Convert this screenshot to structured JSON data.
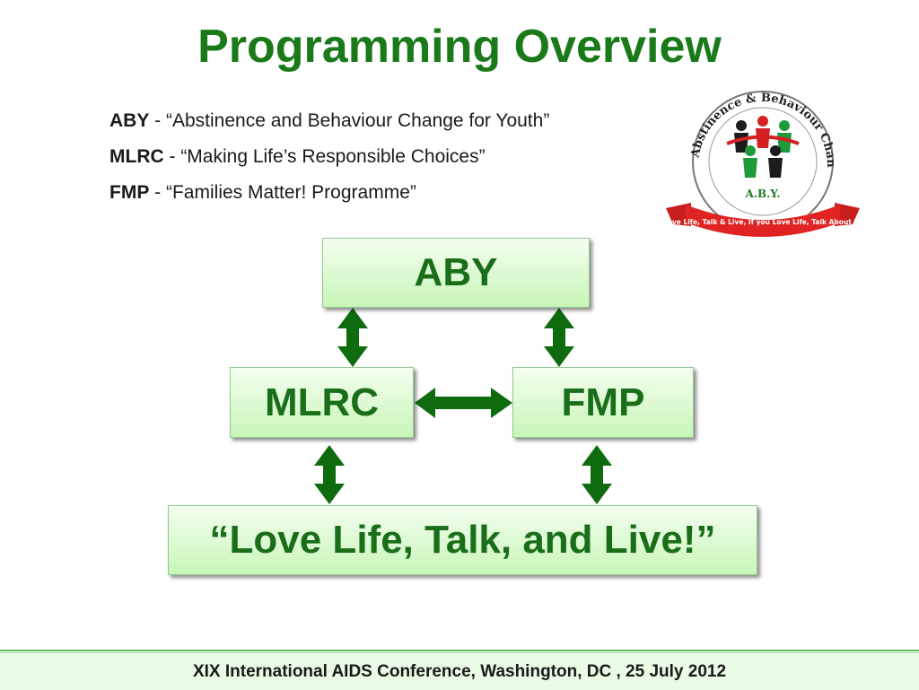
{
  "slide": {
    "title": "Programming Overview",
    "definitions": [
      {
        "abbr": "ABY",
        "text": " - “Abstinence and Behaviour Change for Youth”"
      },
      {
        "abbr": "MLRC",
        "text": " -  “Making Life’s Responsible Choices”"
      },
      {
        "abbr": "FMP",
        "text": " - “Families Matter! Programme”"
      }
    ],
    "logo": {
      "ring_text": "Abstinence & Behaviour Change for Youth",
      "center_text": "A.B.Y.",
      "ribbon_text": "Love Life, Talk & Live, If you Love Life, Talk About it!"
    },
    "diagram": {
      "box_aby": "ABY",
      "box_mlrc": "MLRC",
      "box_fmp": "FMP",
      "box_slogan": "“Love Life, Talk, and Live!”"
    },
    "footer": "XIX International AIDS Conference,  Washington, DC ,  25 July 2012"
  },
  "colors": {
    "title_green": "#1a7a1a",
    "arrow_green": "#0e6b0e",
    "box_fill": "#c8f5b8",
    "footer_fill": "#e9fbe4"
  }
}
